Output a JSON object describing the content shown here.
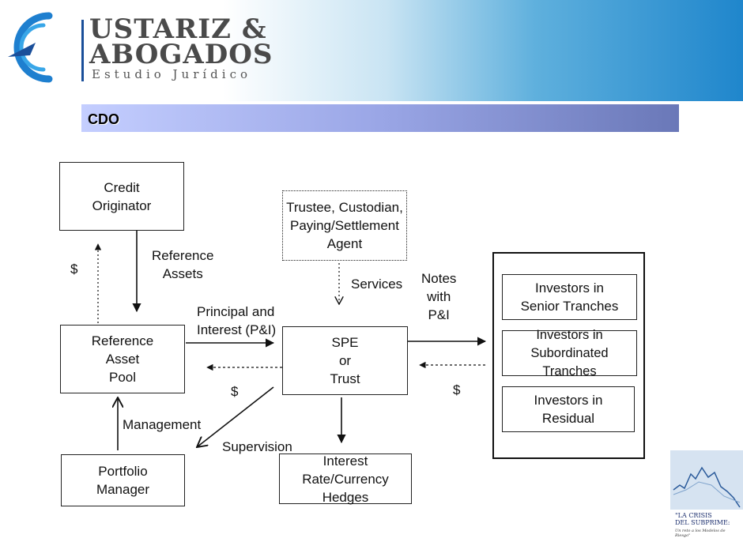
{
  "header": {
    "logo_line1": "USTARIZ &",
    "logo_line2": "ABOGADOS",
    "logo_subtitle": "Estudio Jurídico",
    "brand_color": "#1a4f9a"
  },
  "section": {
    "title": "CDO"
  },
  "diagram": {
    "boxes": {
      "credit_originator": "Credit\nOriginator",
      "trustee": "Trustee, Custodian,\nPaying/Settlement\nAgent",
      "reference_asset_pool": "Reference\nAsset\nPool",
      "spe": "SPE\nor\nTrust",
      "portfolio_manager": "Portfolio\nManager",
      "hedges": "Interest Rate/Currency\nHedges",
      "investors_senior": "Investors in\nSenior Tranches",
      "investors_subordinated": "Investors in\nSubordinated Tranches",
      "investors_residual": "Investors in\nResidual"
    },
    "labels": {
      "dollar_left": "$",
      "reference_assets": "Reference\nAssets",
      "services": "Services",
      "notes_with_pi": "Notes\nwith\nP&I",
      "principal_interest": "Principal and\nInterest (P&I)",
      "dollar_middle": "$",
      "dollar_right": "$",
      "management": "Management",
      "supervision": "Supervision"
    }
  },
  "thumbnail": {
    "title": "\"LA CRISIS\nDEL SUBPRIME:",
    "subtitle": "Un reto a los Modelos de Riesgo\""
  }
}
